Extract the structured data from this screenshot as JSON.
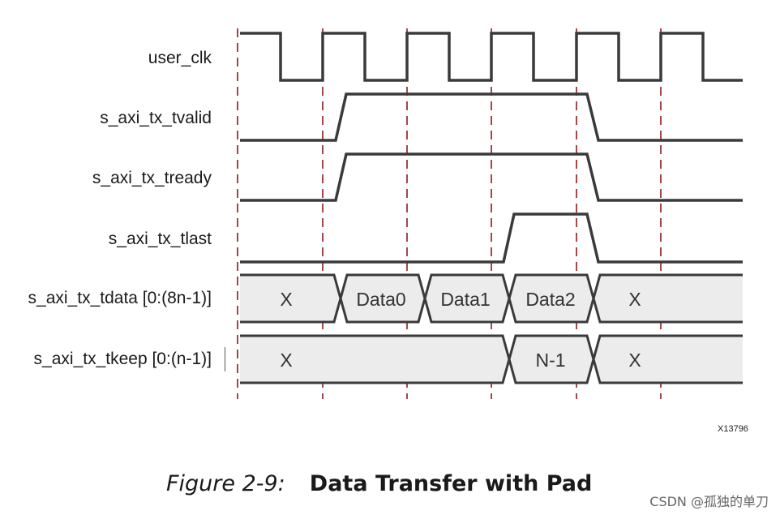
{
  "signals": [
    {
      "id": "user_clk",
      "label": "user_clk"
    },
    {
      "id": "tvalid",
      "label": "s_axi_tx_tvalid"
    },
    {
      "id": "tready",
      "label": "s_axi_tx_tready"
    },
    {
      "id": "tlast",
      "label": "s_axi_tx_tlast"
    },
    {
      "id": "tdata",
      "label": "s_axi_tx_tdata [0:(8n-1)]"
    },
    {
      "id": "tkeep",
      "label": "s_axi_tx_tkeep [0:(n-1)]"
    }
  ],
  "tdata_values": [
    "X",
    "Data0",
    "Data1",
    "Data2",
    "X"
  ],
  "tkeep_values": [
    "X",
    "N-1",
    "X"
  ],
  "figure_id": "X13796",
  "caption": {
    "number": "Figure 2-9:",
    "title": "Data Transfer with Pad"
  },
  "watermark": "CSDN @孤独的单刀",
  "colors": {
    "waveform": "#3a3a3a",
    "bus_fill": "#ececec",
    "marker": "#8b1a1a"
  }
}
